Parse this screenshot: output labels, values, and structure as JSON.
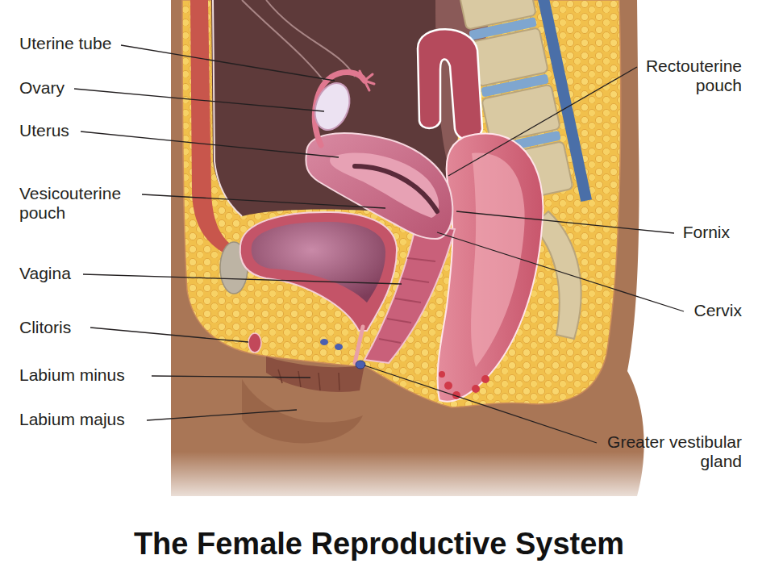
{
  "diagram": {
    "title": "The Female Reproductive System",
    "labels": [
      "Uterine tube",
      "Ovary",
      "Uterus",
      "Vesicouterine pouch",
      "Vagina",
      "Clitoris",
      "Labium minus",
      "Labium majus",
      "Rectouterine pouch",
      "Fornix",
      "Cervix",
      "Greater vestibular gland"
    ]
  }
}
